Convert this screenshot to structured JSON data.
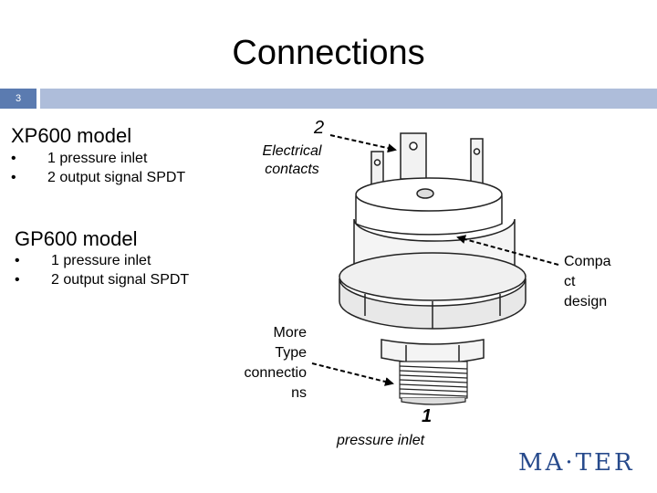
{
  "slide": {
    "title": "Connections",
    "number": "3"
  },
  "models": [
    {
      "name": "XP600 model",
      "features": [
        "1 pressure inlet",
        "2 output signal SPDT"
      ]
    },
    {
      "name": "GP600 model",
      "features": [
        "1 pressure inlet",
        "2 output signal SPDT"
      ]
    }
  ],
  "callouts": {
    "electrical_number": "2",
    "electrical_label_line1": "Electrical",
    "electrical_label_line2": "contacts",
    "compact_line1": "Compa",
    "compact_line2": "ct",
    "compact_line3": "design",
    "more_line1": "More",
    "more_line2": "Type",
    "more_line3": "connectio",
    "more_line4": "ns",
    "pressure_number": "1",
    "pressure_label": "pressure inlet"
  },
  "logo": {
    "text": "MA·TER",
    "color": "#274a8c"
  },
  "colors": {
    "slide_number_bg": "#5b7bb0",
    "bar_bg": "#aebdda"
  }
}
